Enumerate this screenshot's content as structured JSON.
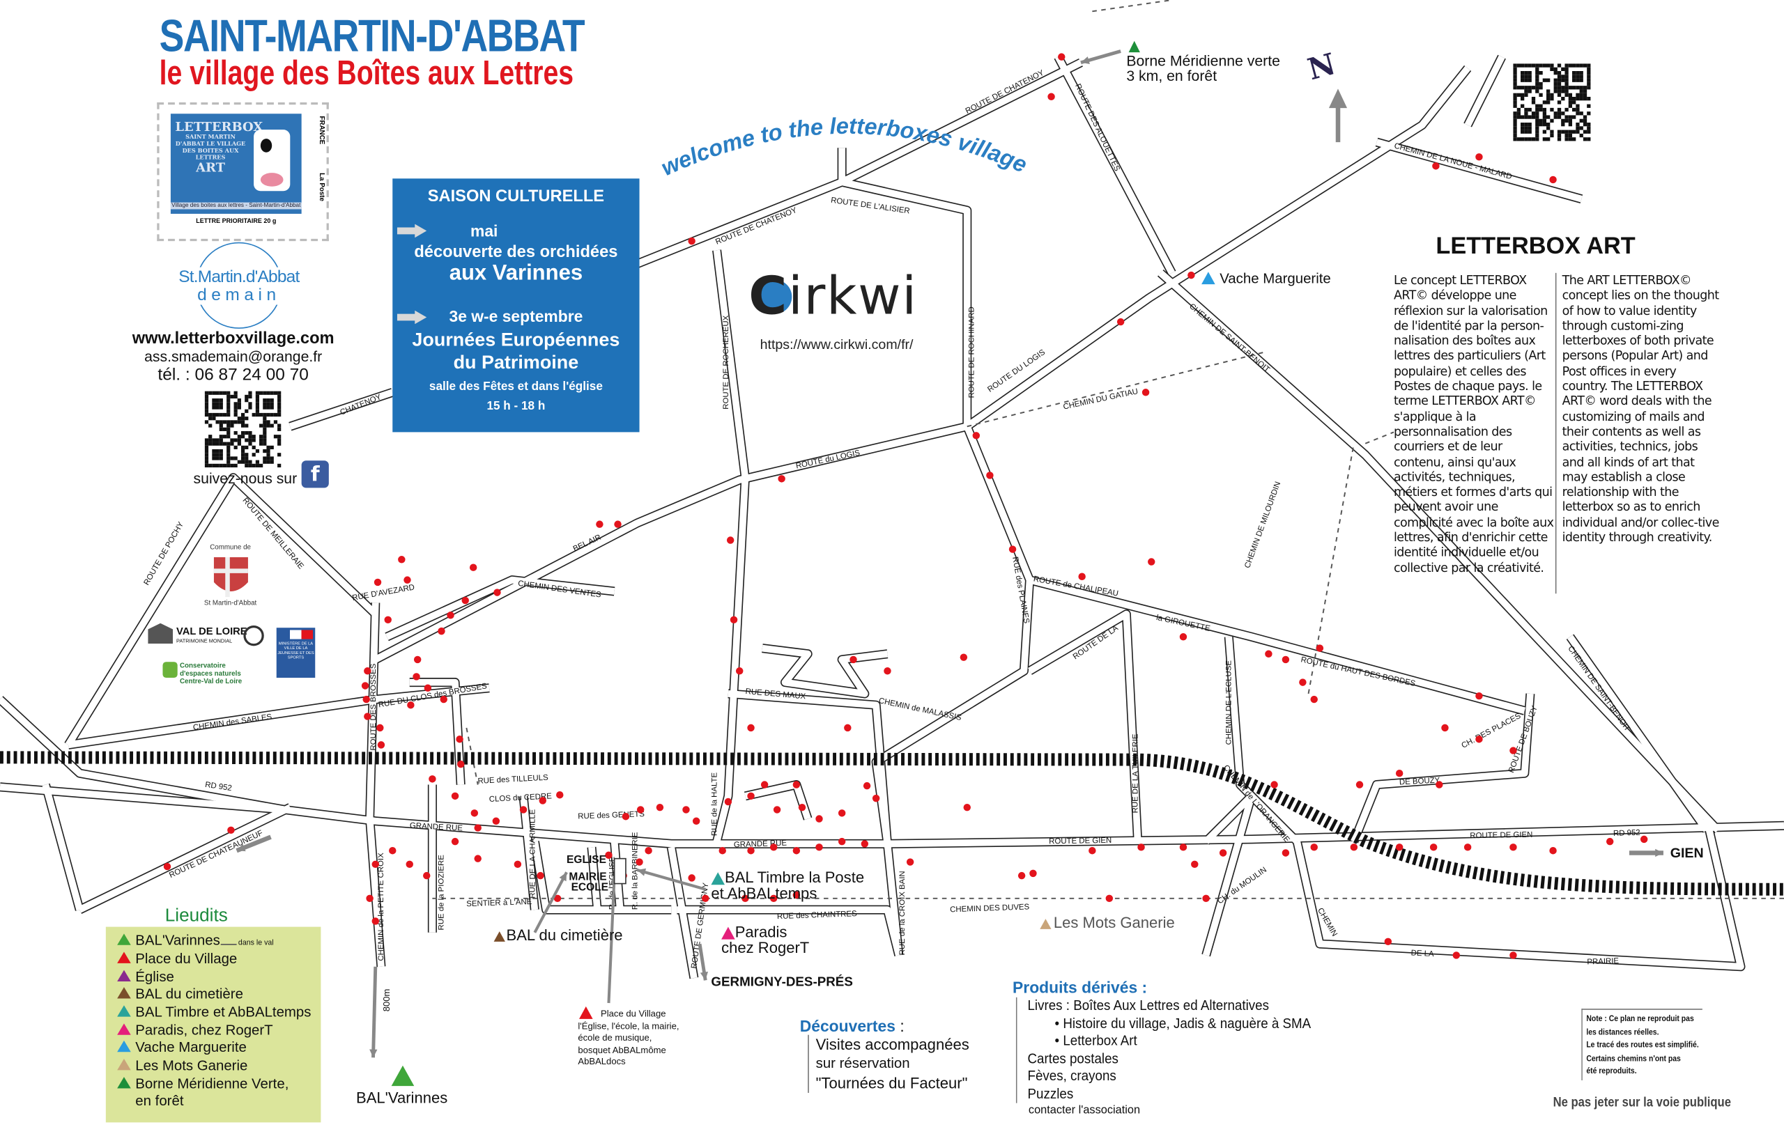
{
  "header": {
    "title": "SAINT-MARTIN-D'ABBAT",
    "subtitle": "le village des Boîtes aux Lettres"
  },
  "stamp": {
    "letters": "LETTERBOX",
    "center_text": "SAINT MARTIN D'ABBAT LE VILLAGE DES BOITES AUX LETTRES",
    "art": "ART",
    "caption": "Village des boites aux lettres - Saint-Martin-d'Abbat",
    "priority": "LETTRE PRIORITAIRE 20 g",
    "country": "FRANCE",
    "postal": "La Poste"
  },
  "association": {
    "logo_name": "St.Martin.d'Abbat",
    "logo_sub": "demain",
    "website": "www.letterboxvillage.com",
    "email": "ass.smademain@orange.fr",
    "phone": "tél. : 06 87 24 00 70",
    "follow": "suivez-nous sur",
    "facebook_icon": "facebook-icon"
  },
  "saison": {
    "title": "SAISON CULTURELLE",
    "event1_date": "mai",
    "event1_line1": "découverte des orchidées",
    "event1_line2": "aux Varinnes",
    "event2_date": "3e w-e septembre",
    "event2_line1": "Journées Européennes",
    "event2_line2": "du Patrimoine",
    "event2_place": "salle des Fêtes et dans l'église",
    "event2_hours": "15 h - 18 h"
  },
  "welcome": "welcome to the letterboxes village",
  "cirkwi": {
    "logo": "Cirkwi",
    "url": "https://www.cirkwi.com/fr/"
  },
  "north": "N",
  "borne": {
    "line1": "Borne Méridienne verte",
    "line2": "3 km, en forêt"
  },
  "letterbox_art": {
    "title": "LETTERBOX ART",
    "fr": "Le concept LETTERBOX ART© développe une réflexion sur la valorisation de l'identité par la person-nalisation des boîtes aux lettres des particuliers (Art populaire) et celles des Postes de chaque pays. le terme LETTERBOX ART© s'applique à la personnalisation des courriers et de leur contenu, ainsi qu'aux activités, techniques, métiers et formes d'arts qui peuvent avoir une complicité avec la boîte aux lettres, afin d'enrichir cette identité individuelle et/ou collective par la créativité.",
    "en": "The ART LETTERBOX© concept lies on the thought of how to value identity through customi-zing letterboxes of both private persons (Popular Art) and Post offices in every country. The LETTERBOX ART© word deals with the customizing of mails and their contents as well as activities, technics, jobs and all kinds of art that may establish a close relationship with the letterbox so as to enrich individual and/or collec-tive identity through creativity."
  },
  "logos": {
    "commune_top": "Commune de",
    "commune_bottom": "St Martin-d'Abbat",
    "val_de_loire": "VAL DE LOIRE",
    "val_de_loire_sub": "PATRIMOINE MONDIAL",
    "conservatoire": "Conservatoire d'espaces naturels Centre-Val de Loire",
    "ministere": "MINISTÈRE DE LA VILLE DE LA JEUNESSE ET DES SPORTS"
  },
  "legend": {
    "title": "Lieudits",
    "items": [
      {
        "label": "BAL'Varinnes",
        "note": "dans le val",
        "color": "#3fa63a"
      },
      {
        "label": "Place du Village",
        "color": "#e3141c"
      },
      {
        "label": "Église",
        "color": "#8a2a8e"
      },
      {
        "label": "BAL du cimetière",
        "color": "#7a4e2a"
      },
      {
        "label": "BAL Timbre et AbBALtemps",
        "color": "#2aa39a"
      },
      {
        "label": "Paradis, chez RogerT",
        "color": "#e41f7b"
      },
      {
        "label": "Vache Marguerite",
        "color": "#2a9de0"
      },
      {
        "label": "Les Mots Ganerie",
        "color": "#c9a57a"
      },
      {
        "label": "Borne Méridienne Verte,",
        "label2": "en forêt",
        "color": "#1e8f3a"
      }
    ]
  },
  "places": {
    "vache": "Vache Marguerite",
    "eglise": "EGLISE",
    "mairie": "MAIRIE",
    "ecole": "ECOLE",
    "bal_timbre_1": "BAL Timbre la Poste",
    "bal_timbre_2": "et AbBALtemps",
    "bal_cimetiere": "BAL du cimetière",
    "paradis_1": "Paradis",
    "paradis_2": "chez RogerT",
    "germigny": "GERMIGNY-DES-PRÉS",
    "place_village": [
      "Place du Village",
      "l'Église, l'école, la mairie,",
      "école de musique,",
      "bosquet AbBALmôme",
      "AbBALdocs"
    ],
    "mots_ganerie": "Les Mots Ganerie",
    "gien": "GIEN",
    "varinnes": "BAL'Varinnes",
    "distance": "800m"
  },
  "produits": {
    "title": "Produits dérivés :",
    "lines": [
      "Livres :  Boîtes Aux Lettres ed Alternatives",
      "• Histoire du village, Jadis & naguère à SMA",
      "• Letterbox Art",
      "Cartes postales",
      "Fèves, crayons",
      "Puzzles"
    ],
    "contact": "contacter l'association"
  },
  "decouvertes": {
    "title": "Découvertes",
    "lines": [
      "Visites accompagnées",
      "sur réservation",
      "\"Tournées du Facteur\""
    ]
  },
  "note": [
    "Note : Ce plan ne reproduit pas",
    "les distances réelles.",
    "Le tracé des routes est simplifié.",
    "Certains chemins n'ont pas",
    "été reproduits."
  ],
  "footer": "Ne pas jeter sur la voie publique",
  "map": {
    "road_labels": [
      "ROUTE DE CHATENOY",
      "ROUTE DE CHATENOY",
      "CHATENOY",
      "ROUTE DE L'ALISIER",
      "ROUTE DE ROCHINARD",
      "ROUTE DES ALOUETTES",
      "CHEMIN DE LA NOUE - MALARD",
      "ROUTE DU LOGIS",
      "CHEMIN DU GATIAU",
      "CHEMIN DE SAINT-BENOIT",
      "CHEMIN DE MILOURDIN",
      "ROUTE du LOGIS",
      "ROUTE DE POCHY",
      "ROUTE DE MEILLERAIE",
      "BEL AIR",
      "CHEMIN DES VENTES",
      "RUE D'AVEZARD",
      "RUE DU CLOS des BROSSES",
      "CHEMIN des SABLES",
      "RD 952",
      "ROUTE DE CHATEAUNEUF",
      "CHEMIN de la PETITE CROIX",
      "GRANDE RUE",
      "RUE des TILLEULS",
      "CLOS du CEDRE",
      "RUE des GENETS",
      "RUE de la PIOZIERE",
      "SENTIER à L'ANE",
      "GRANDE RUE",
      "RUE des CHAINTRES",
      "ROUTE DE GERMIGNY",
      "RUE de la CROIX BAIN",
      "CHEMIN DES DUVES",
      "ROUTE DE GIEN",
      "ROUTE DE GIEN",
      "RD 952",
      "RUE DES MAUX",
      "CHEMIN de MALASSIS",
      "RUE des PLAINES",
      "ROUTE de CHALIPEAU",
      "la GIROUETTE",
      "RUE DE LA TUILERIE",
      "CHEMIN DE L'ECLUSE",
      "CHEMIN de L'ORANGERIE",
      "ROUTE du HAUT DES BORDES",
      "CH. DES PLACES",
      "ROUTE DE BOUZY",
      "DE BOUZY",
      "CHEMIN DE SAINT-BENOIT",
      "DE LA",
      "PRAIRIE",
      "CH. du MOULIN",
      "CHEMIN",
      "RUE de la HALTE",
      "ROUTE DE ROCHEREUX",
      "RUE DE LA CHARMILLE",
      "R. de l'EGLISE",
      "R. de la BARBINERIE",
      "ROUTE DES BROSSES",
      "ROUTE DE LA"
    ]
  }
}
